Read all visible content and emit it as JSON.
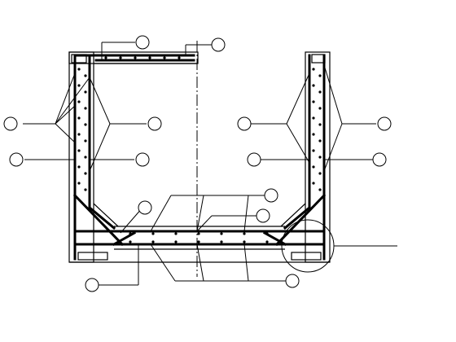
{
  "drawing": {
    "title": "",
    "callout_bubbles": [
      {
        "id": "a",
        "label": ""
      },
      {
        "id": "b",
        "label": ""
      },
      {
        "id": "c",
        "label": ""
      },
      {
        "id": "d",
        "label": ""
      },
      {
        "id": "e",
        "label": ""
      },
      {
        "id": "f",
        "label": ""
      },
      {
        "id": "g",
        "label": ""
      },
      {
        "id": "h",
        "label": ""
      },
      {
        "id": "i",
        "label": ""
      },
      {
        "id": "j",
        "label": ""
      },
      {
        "id": "k",
        "label": ""
      },
      {
        "id": "l",
        "label": ""
      },
      {
        "id": "m",
        "label": ""
      },
      {
        "id": "n",
        "label": ""
      },
      {
        "id": "o",
        "label": ""
      }
    ],
    "detail_circle": {
      "label": ""
    },
    "colors": {
      "line": "#000000",
      "background": "#ffffff"
    }
  }
}
